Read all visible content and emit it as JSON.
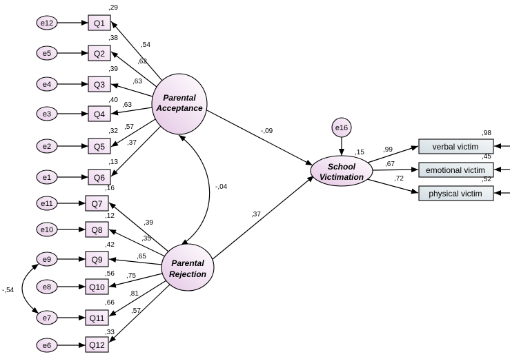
{
  "acceptance": {
    "label_line1": "Parental",
    "label_line2": "Acceptance",
    "indicators": [
      {
        "item": "Q1",
        "error": "e12",
        "loading": ",54",
        "r2": ",29"
      },
      {
        "item": "Q2",
        "error": "e5",
        "loading": ",62",
        "r2": ",38"
      },
      {
        "item": "Q3",
        "error": "e4",
        "loading": ",63",
        "r2": ",39"
      },
      {
        "item": "Q4",
        "error": "e3",
        "loading": ",63",
        "r2": ",40"
      },
      {
        "item": "Q5",
        "error": "e2",
        "loading": ",57",
        "r2": ",32"
      },
      {
        "item": "Q6",
        "error": "e1",
        "loading": ",37",
        "r2": ",13"
      }
    ]
  },
  "rejection": {
    "label_line1": "Parental",
    "label_line2": "Rejection",
    "indicators": [
      {
        "item": "Q7",
        "error": "e11",
        "loading": ",39",
        "r2": ",16"
      },
      {
        "item": "Q8",
        "error": "e10",
        "loading": ",35",
        "r2": ",12"
      },
      {
        "item": "Q9",
        "error": "e9",
        "loading": ",65",
        "r2": ",42"
      },
      {
        "item": "Q10",
        "error": "e8",
        "loading": ",75",
        "r2": ",56"
      },
      {
        "item": "Q11",
        "error": "e7",
        "loading": ",81",
        "r2": ",66"
      },
      {
        "item": "Q12",
        "error": "e6",
        "loading": ",57",
        "r2": ",33"
      }
    ]
  },
  "victimation": {
    "label_line1": "School",
    "label_line2": "Victimation",
    "error": "e16",
    "r2": ",15",
    "indicators": [
      {
        "item": "verbal victim",
        "loading": ",99",
        "r2": ",98"
      },
      {
        "item": "emotional victim",
        "loading": ",67",
        "r2": ",45"
      },
      {
        "item": "physical victim",
        "loading": ",72",
        "r2": ",52"
      }
    ]
  },
  "structural_paths": {
    "acceptance_to_victimation": "-,09",
    "rejection_to_victimation": ",37"
  },
  "covariances": {
    "acceptance_rejection": "-,04",
    "e9_e7": "-,54"
  },
  "colors": {
    "latent_fill_start": "#e4c6e4",
    "latent_fill_end": "#ffffff",
    "observed_fill_start": "#edd6ed",
    "observed_fill_end": "#fbf4fb",
    "error_fill_start": "#e8cfe8",
    "error_fill_end": "#f9f0f9",
    "outcome_fill_start": "#d3dde3",
    "outcome_fill_end": "#f4f7f8",
    "line": "#000000"
  }
}
